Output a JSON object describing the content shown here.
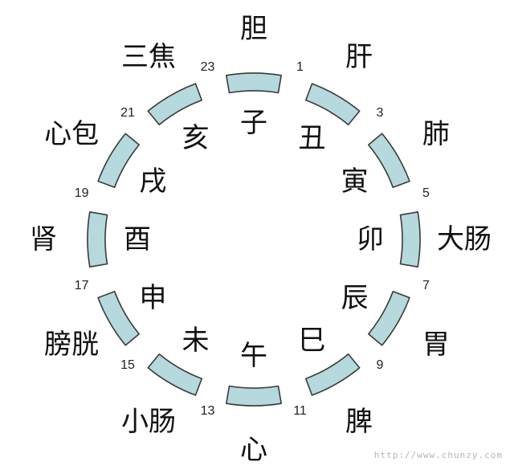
{
  "diagram": {
    "hours": [
      "1",
      "3",
      "5",
      "7",
      "9",
      "11",
      "13",
      "15",
      "17",
      "19",
      "21",
      "23"
    ],
    "segments": [
      {
        "organ": "胆",
        "branch": "子"
      },
      {
        "organ": "肝",
        "branch": "丑"
      },
      {
        "organ": "肺",
        "branch": "寅"
      },
      {
        "organ": "大肠",
        "branch": "卯"
      },
      {
        "organ": "胃",
        "branch": "辰"
      },
      {
        "organ": "脾",
        "branch": "巳"
      },
      {
        "organ": "心",
        "branch": "午"
      },
      {
        "organ": "小肠",
        "branch": "未"
      },
      {
        "organ": "膀胱",
        "branch": "申"
      },
      {
        "organ": "肾",
        "branch": "酉"
      },
      {
        "organ": "心包",
        "branch": "戌"
      },
      {
        "organ": "三焦",
        "branch": "亥"
      }
    ]
  },
  "watermark": "http://www.chunzy.com",
  "colors": {
    "arc_fill": "#b5d9dc",
    "arc_stroke": "#3a3a3a",
    "text": "#111111"
  }
}
